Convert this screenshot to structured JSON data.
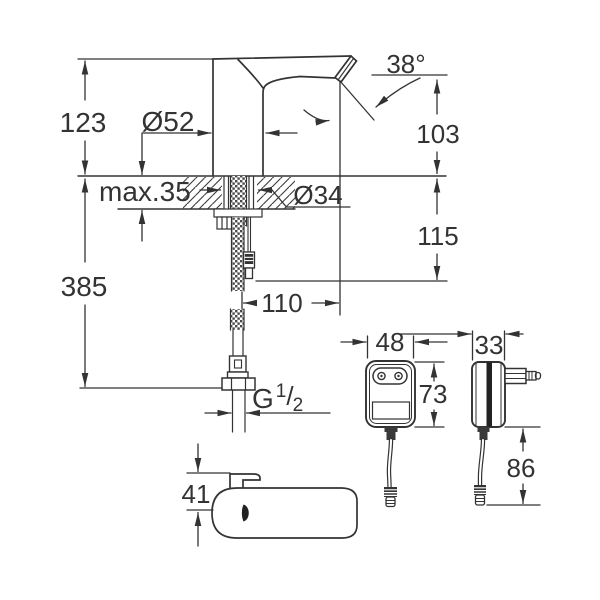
{
  "drawing": {
    "type": "technical-dimension-drawing",
    "subject": "infrared sensor basin faucet with plug-in power supply",
    "colors": {
      "background": "#ffffff",
      "line": "#333333",
      "text": "#333333"
    },
    "views": {
      "faucet_front": {
        "name": "faucet front elevation with mounting deck cross-section",
        "labels": {
          "height_above_deck": "123",
          "body_diameter": "Ø52",
          "spout_angle": "38°",
          "outlet_height": "103",
          "deck_thickness": "max.35",
          "hole_diameter": "Ø34",
          "height_below_deck": "115",
          "hose_length": "385",
          "spout_reach": "110",
          "thread_g": "G",
          "thread_numerator": "1",
          "thread_slash": "/",
          "thread_denominator": "2"
        }
      },
      "spout_profile": {
        "name": "spout top profile",
        "labels": {
          "height": "41"
        }
      },
      "power_supply_front": {
        "name": "power supply front view",
        "labels": {
          "width": "48",
          "height": "73"
        }
      },
      "power_supply_side": {
        "name": "power supply side view",
        "labels": {
          "depth": "33",
          "plug_to_connector": "86"
        }
      }
    }
  }
}
